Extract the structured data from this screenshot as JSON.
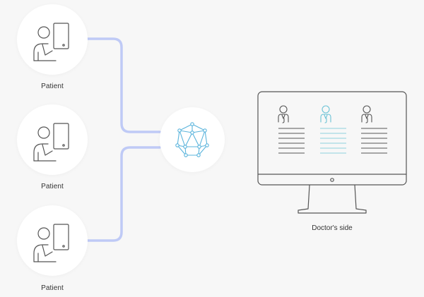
{
  "patients": [
    {
      "label": "Patient"
    },
    {
      "label": "Patient"
    },
    {
      "label": "Patient"
    }
  ],
  "doctor": {
    "label": "Doctor's side"
  },
  "colors": {
    "background": "#f7f7f7",
    "wire_blue": "#b9c7f5",
    "wire_teal": "#7fd3db",
    "hub_icon": "#5ab4dc",
    "line_gray": "#555555",
    "accent_teal": "#6cc3d6"
  },
  "icons": {
    "patient": "patient-with-tablet-icon",
    "hub": "network-node-icon",
    "doctor": "doctor-icon"
  }
}
